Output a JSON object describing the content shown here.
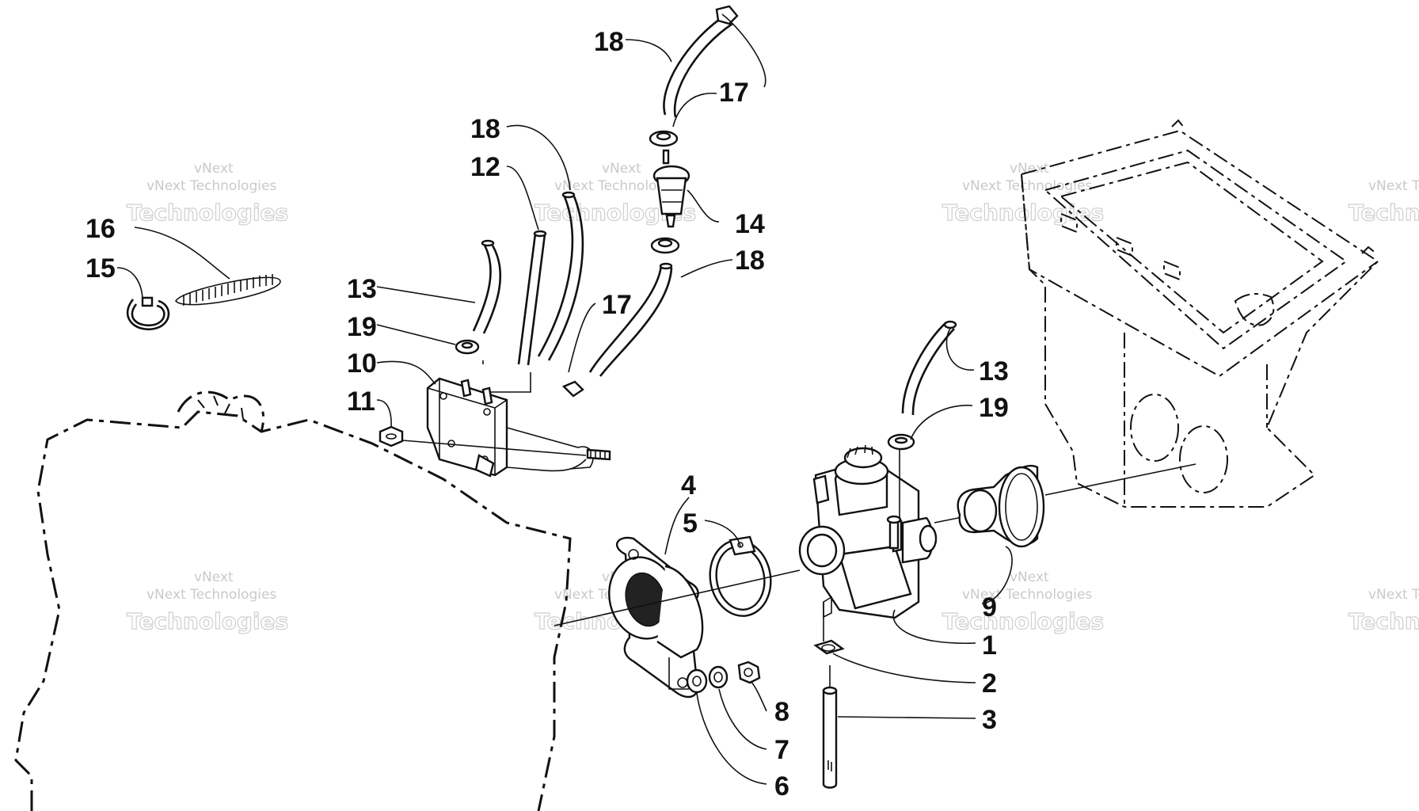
{
  "labels": [
    {
      "id": "l18a",
      "text": "18"
    },
    {
      "id": "l17a",
      "text": "17"
    },
    {
      "id": "l18b",
      "text": "18"
    },
    {
      "id": "l12",
      "text": "12"
    },
    {
      "id": "l16",
      "text": "16"
    },
    {
      "id": "l15",
      "text": "15"
    },
    {
      "id": "l14",
      "text": "14"
    },
    {
      "id": "l18c",
      "text": "18"
    },
    {
      "id": "l13a",
      "text": "13"
    },
    {
      "id": "l17b",
      "text": "17"
    },
    {
      "id": "l19a",
      "text": "19"
    },
    {
      "id": "l10",
      "text": "10"
    },
    {
      "id": "l11",
      "text": "11"
    },
    {
      "id": "l13b",
      "text": "13"
    },
    {
      "id": "l19b",
      "text": "19"
    },
    {
      "id": "l4",
      "text": "4"
    },
    {
      "id": "l5",
      "text": "5"
    },
    {
      "id": "l9",
      "text": "9"
    },
    {
      "id": "l1",
      "text": "1"
    },
    {
      "id": "l2",
      "text": "2"
    },
    {
      "id": "l3",
      "text": "3"
    },
    {
      "id": "l8",
      "text": "8"
    },
    {
      "id": "l7",
      "text": "7"
    },
    {
      "id": "l6",
      "text": "6"
    }
  ],
  "watermark": {
    "line1": "vNext",
    "line2": "vNext Technologies",
    "line3": "Technologies"
  }
}
